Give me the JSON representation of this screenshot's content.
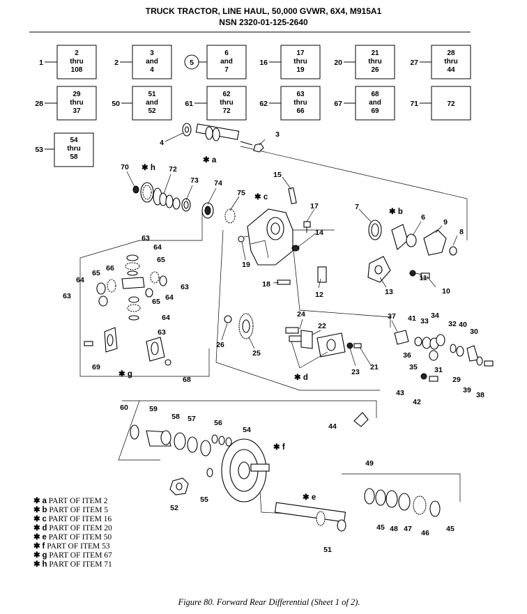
{
  "header": {
    "title_line1": "TRUCK TRACTOR, LINE HAUL, 50,000 GVWR, 6X4, M915A1",
    "title_line2": "NSN 2320-01-125-2640"
  },
  "index_boxes": [
    {
      "ref": "1",
      "l1": "2",
      "l2": "thru",
      "l3": "108"
    },
    {
      "ref": "2",
      "l1": "3",
      "l2": "and",
      "l3": "4"
    },
    {
      "ref": "5",
      "l1": "6",
      "l2": "and",
      "l3": "7"
    },
    {
      "ref": "16",
      "l1": "17",
      "l2": "thru",
      "l3": "19"
    },
    {
      "ref": "20",
      "l1": "21",
      "l2": "thru",
      "l3": "26"
    },
    {
      "ref": "27",
      "l1": "28",
      "l2": "thru",
      "l3": "44"
    },
    {
      "ref": "28",
      "l1": "29",
      "l2": "thru",
      "l3": "37"
    },
    {
      "ref": "50",
      "l1": "51",
      "l2": "and",
      "l3": "52"
    },
    {
      "ref": "61",
      "l1": "62",
      "l2": "thru",
      "l3": "72"
    },
    {
      "ref": "62",
      "l1": "63",
      "l2": "thru",
      "l3": "66"
    },
    {
      "ref": "67",
      "l1": "68",
      "l2": "and",
      "l3": "69"
    },
    {
      "ref": "71",
      "l1": "72",
      "l2": "",
      "l3": ""
    },
    {
      "ref": "53",
      "l1": "54",
      "l2": "thru",
      "l3": "58"
    }
  ],
  "callouts": {
    "c3": "3",
    "c4": "4",
    "c5": "5",
    "c6": "6",
    "c7": "7",
    "c8": "8",
    "c9": "9",
    "c10": "10",
    "c11": "11",
    "c12": "12",
    "c13": "13",
    "c14": "14",
    "c15": "15",
    "c17": "17",
    "c18": "18",
    "c19": "19",
    "c21": "21",
    "c22": "22",
    "c23": "23",
    "c24": "24",
    "c25": "25",
    "c26": "26",
    "c29": "29",
    "c30": "30",
    "c31": "31",
    "c32": "32",
    "c33": "33",
    "c34": "34",
    "c35": "35",
    "c36": "36",
    "c37": "37",
    "c38": "38",
    "c39": "39",
    "c40": "40",
    "c41": "41",
    "c42": "42",
    "c43": "43",
    "c44": "44",
    "c45a": "45",
    "c45b": "45",
    "c46": "46",
    "c47": "47",
    "c48": "48",
    "c49": "49",
    "c51": "51",
    "c52": "52",
    "c54": "54",
    "c55": "55",
    "c56": "56",
    "c57": "57",
    "c58": "58",
    "c59": "59",
    "c60": "60",
    "c63a": "63",
    "c63b": "63",
    "c63c": "63",
    "c63d": "63",
    "c64a": "64",
    "c64b": "64",
    "c64c": "64",
    "c64d": "64",
    "c65a": "65",
    "c65b": "65",
    "c65c": "65",
    "c66": "66",
    "c68": "68",
    "c69": "69",
    "c70": "70",
    "c72": "72",
    "c73": "73",
    "c74": "74",
    "c75": "75"
  },
  "part_marks": {
    "a": "a",
    "b": "b",
    "c": "c",
    "d": "d",
    "e": "e",
    "f": "f",
    "g": "g",
    "h": "h"
  },
  "legend": [
    {
      "key": "a",
      "text": "PART OF ITEM 2"
    },
    {
      "key": "b",
      "text": "PART OF ITEM 5"
    },
    {
      "key": "c",
      "text": "PART OF ITEM 16"
    },
    {
      "key": "d",
      "text": "PART OF ITEM 20"
    },
    {
      "key": "e",
      "text": "PART OF ITEM 50"
    },
    {
      "key": "f",
      "text": "PART OF ITEM 53"
    },
    {
      "key": "g",
      "text": "PART OF ITEM 67"
    },
    {
      "key": "h",
      "text": "PART OF ITEM 71"
    }
  ],
  "caption": "Figure 80.  Forward Rear Differential (Sheet 1 of 2)."
}
